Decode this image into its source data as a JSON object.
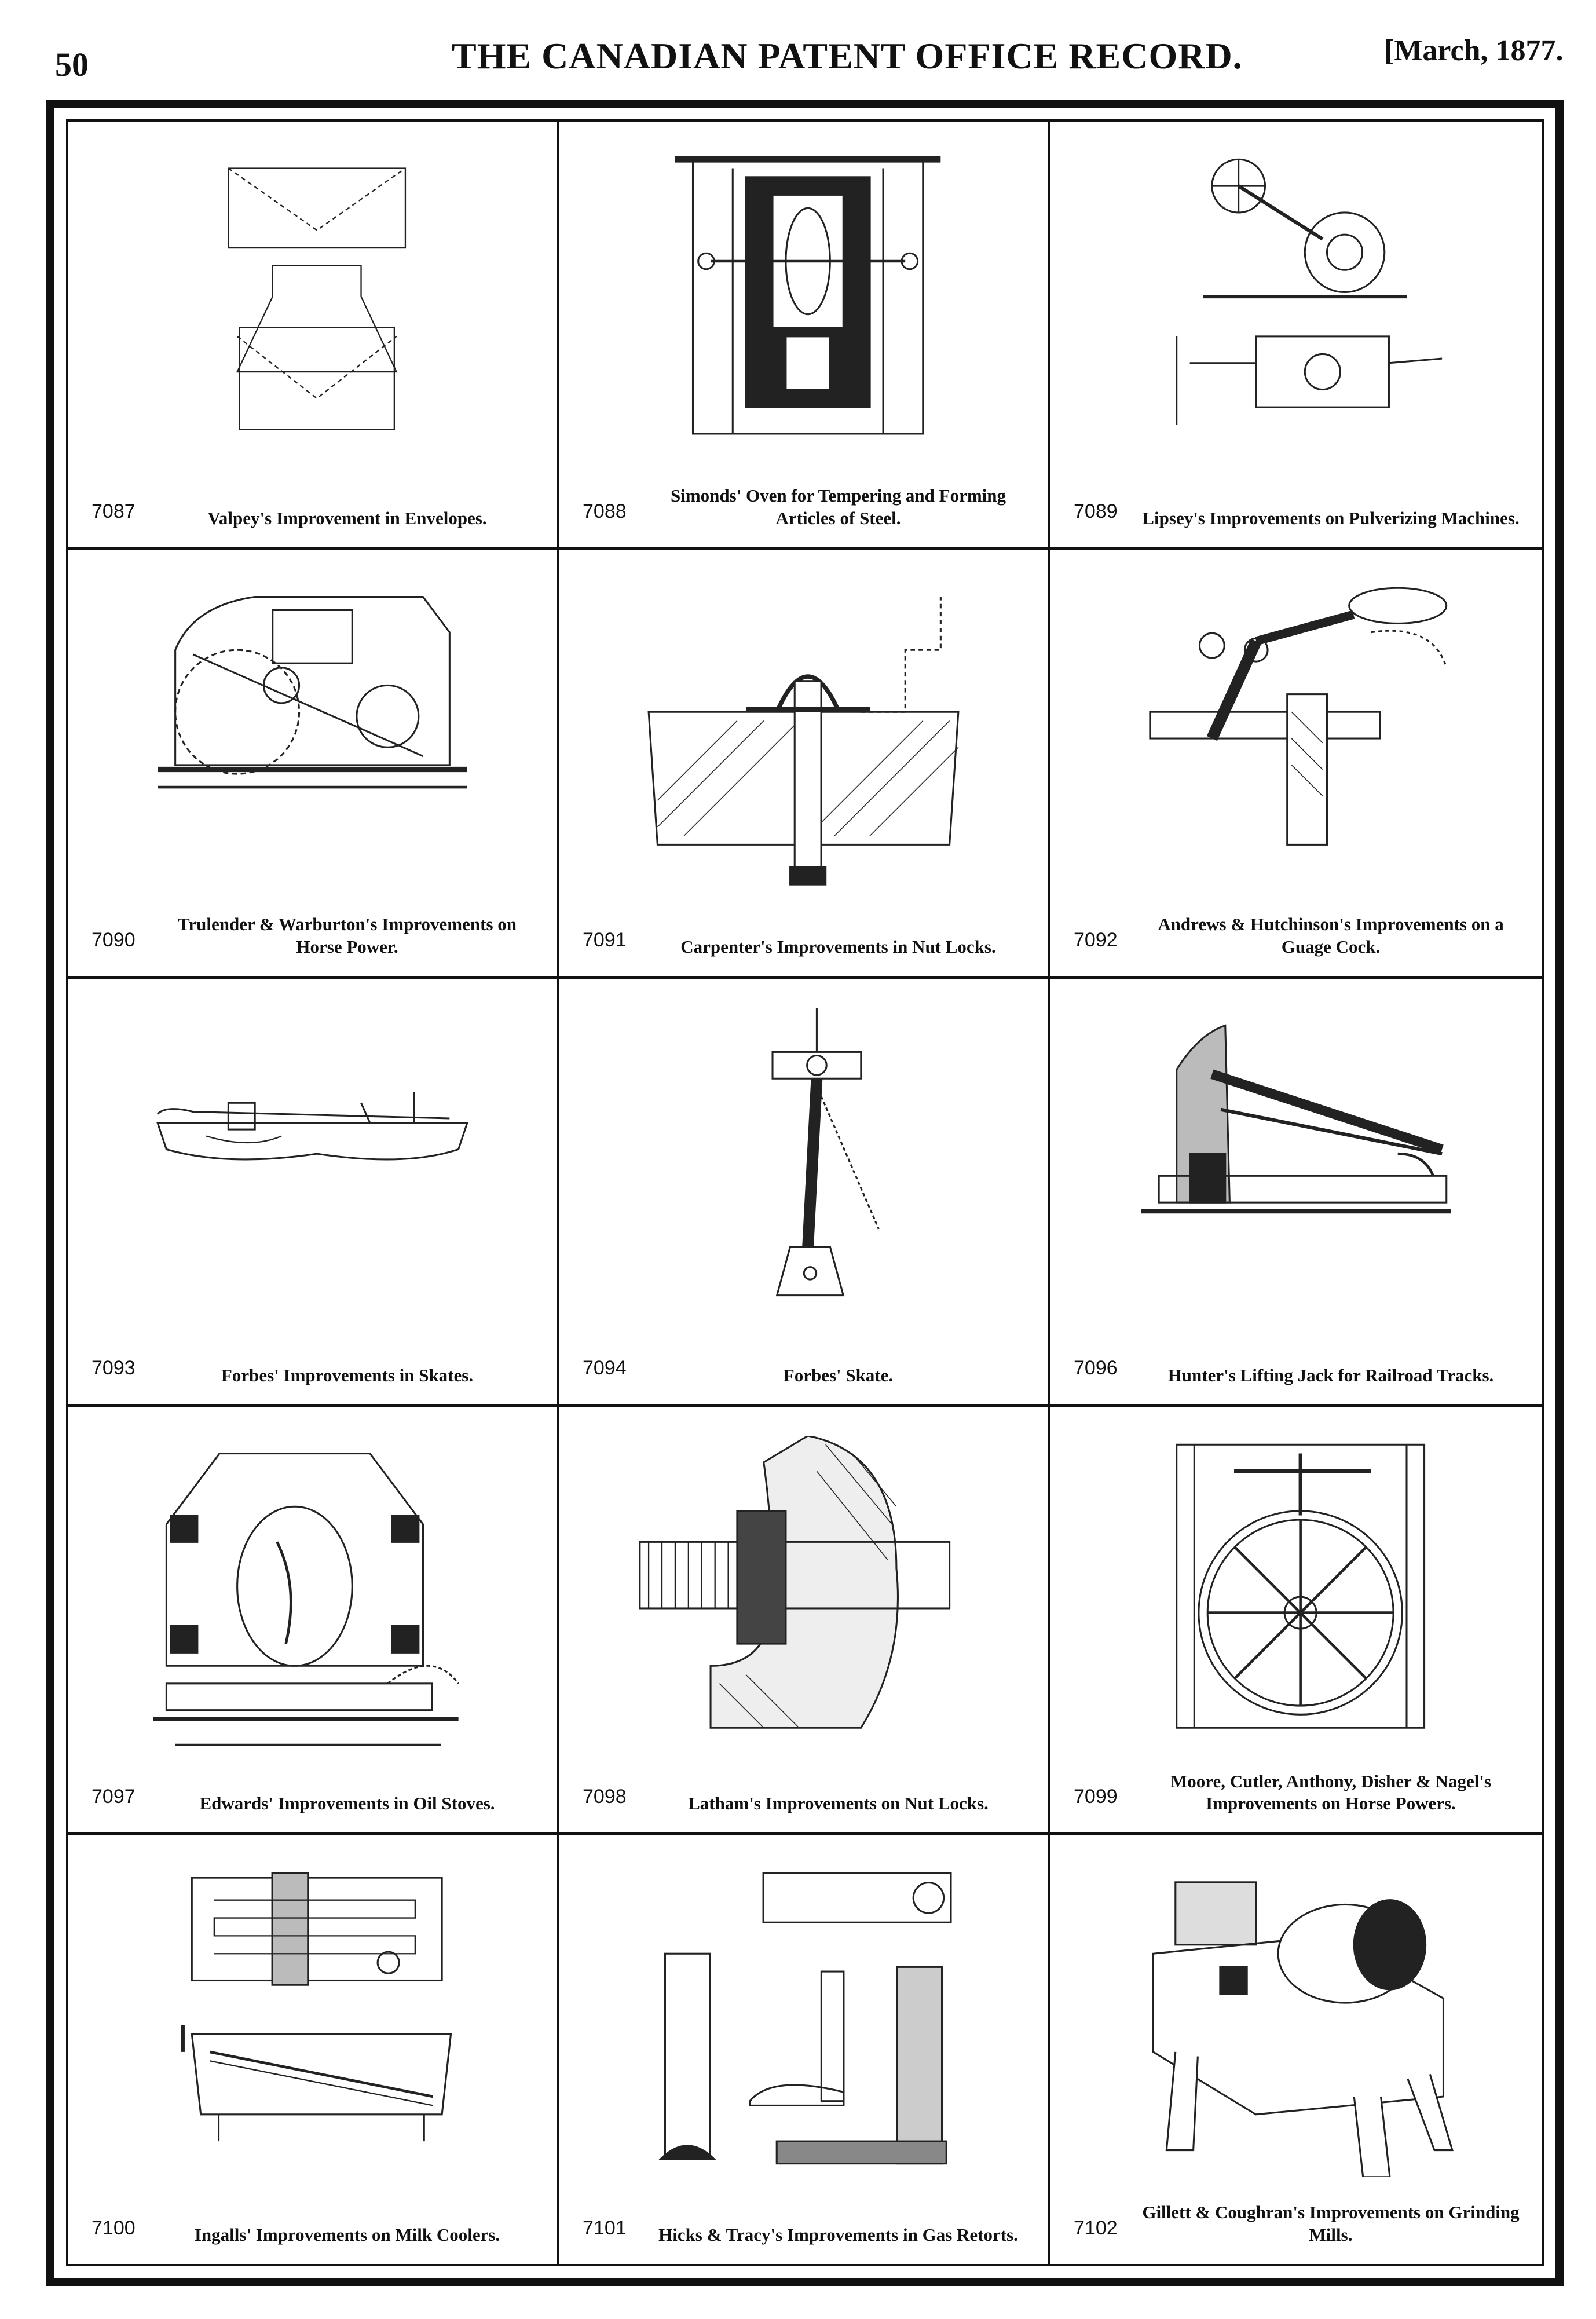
{
  "header": {
    "page_number": "50",
    "title": "THE CANADIAN PATENT OFFICE RECORD.",
    "date": "[March, 1877."
  },
  "patents": [
    {
      "number": "7087",
      "caption": "Valpey's Improvement in Envelopes.",
      "illustration": "envelope"
    },
    {
      "number": "7088",
      "caption": "Simonds' Oven for Tempering and Forming Articles of Steel.",
      "illustration": "oven"
    },
    {
      "number": "7089",
      "caption": "Lipsey's Improvements on Pulverizing Machines.",
      "illustration": "pulverizer"
    },
    {
      "number": "7090",
      "caption": "Trulender & Warburton's Improvements on Horse Power.",
      "illustration": "horse-power"
    },
    {
      "number": "7091",
      "caption": "Carpenter's Improvements in Nut Locks.",
      "illustration": "nut-lock"
    },
    {
      "number": "7092",
      "caption": "Andrews & Hutchinson's Improvements on a Guage Cock.",
      "illustration": "gauge-cock"
    },
    {
      "number": "7093",
      "caption": "Forbes' Improvements in Skates.",
      "illustration": "skate"
    },
    {
      "number": "7094",
      "caption": "Forbes' Skate.",
      "illustration": "skate-clamp"
    },
    {
      "number": "7096",
      "caption": "Hunter's Lifting Jack for Railroad Tracks.",
      "illustration": "lifting-jack"
    },
    {
      "number": "7097",
      "caption": "Edwards' Improvements in Oil Stoves.",
      "illustration": "oil-stove"
    },
    {
      "number": "7098",
      "caption": "Latham's Improvements on Nut Locks.",
      "illustration": "bolt-section"
    },
    {
      "number": "7099",
      "caption": "Moore, Cutler, Anthony, Disher & Nagel's Improvements on Horse Powers.",
      "illustration": "wheel"
    },
    {
      "number": "7100",
      "caption": "Ingalls' Improvements on Milk Coolers.",
      "illustration": "milk-cooler"
    },
    {
      "number": "7101",
      "caption": "Hicks & Tracy's Improvements in Gas Retorts.",
      "illustration": "retorts"
    },
    {
      "number": "7102",
      "caption": "Gillett & Coughran's Improvements on Grinding Mills.",
      "illustration": "grinding-mill"
    }
  ]
}
